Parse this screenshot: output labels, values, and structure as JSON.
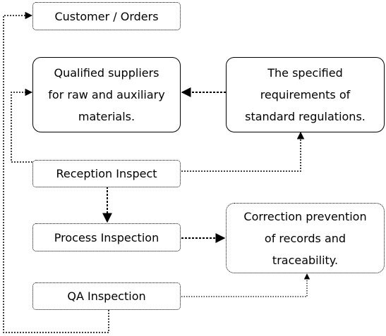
{
  "nodes": {
    "customer_orders": {
      "lines": [
        "Customer / Orders"
      ]
    },
    "qualified_suppliers": {
      "lines": [
        "Qualified suppliers",
        "for raw and auxiliary",
        "materials."
      ]
    },
    "specified_requirements": {
      "lines": [
        "The specified",
        "requirements of",
        "standard regulations."
      ]
    },
    "reception_inspect": {
      "lines": [
        "Reception Inspect"
      ]
    },
    "process_inspection": {
      "lines": [
        "Process Inspection"
      ]
    },
    "correction_prevention": {
      "lines": [
        "Correction prevention",
        "of records and",
        "traceability."
      ]
    },
    "qa_inspection": {
      "lines": [
        "QA Inspection"
      ]
    }
  }
}
